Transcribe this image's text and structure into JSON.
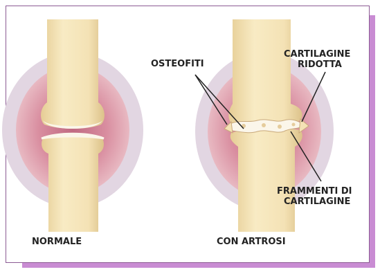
{
  "labels": {
    "osteofiti": "OSTEOFITI",
    "cartilagine_ridotta_line1": "CARTILAGINE",
    "cartilagine_ridotta_line2": "RIDOTTA",
    "frammenti_line1": "FRAMMENTI DI",
    "frammenti_line2": "CARTILAGINE"
  },
  "captions": {
    "normal": "NORMALE",
    "arthritic": "CON ARTROSI"
  },
  "colors": {
    "bone": "#f4e2b5",
    "bone_shade": "#e0c68c",
    "capsule_outer": "#ddd2de",
    "capsule_inner": "#d98ea0",
    "cartilage": "#fbf6ea",
    "frame_border": "#8b5a93",
    "frame_shadow": "#c98cd3"
  }
}
